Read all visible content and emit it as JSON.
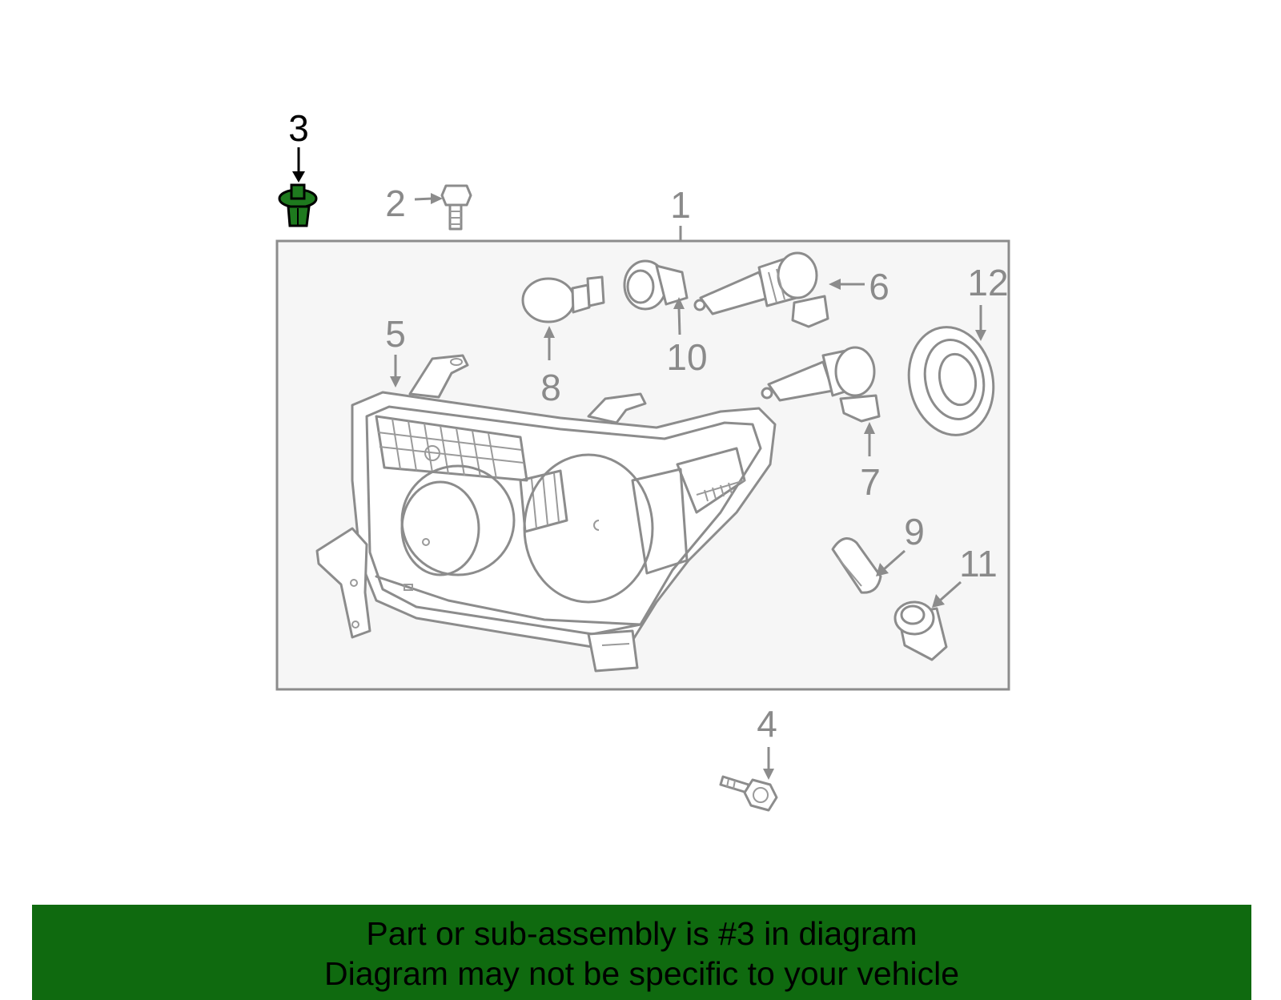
{
  "callouts": [
    {
      "id": "1",
      "label": "1"
    },
    {
      "id": "2",
      "label": "2"
    },
    {
      "id": "3",
      "label": "3"
    },
    {
      "id": "4",
      "label": "4"
    },
    {
      "id": "5",
      "label": "5"
    },
    {
      "id": "6",
      "label": "6"
    },
    {
      "id": "7",
      "label": "7"
    },
    {
      "id": "8",
      "label": "8"
    },
    {
      "id": "9",
      "label": "9"
    },
    {
      "id": "10",
      "label": "10"
    },
    {
      "id": "11",
      "label": "11"
    },
    {
      "id": "12",
      "label": "12"
    }
  ],
  "highlighted_part": "3",
  "colors": {
    "highlight_part": "#1e7a1e",
    "banner": "#0f6a0f",
    "line_art": "#8c8c8c",
    "panel_fill": "#f6f6f6"
  },
  "banner": {
    "line1": "Part or sub-assembly is #3 in diagram",
    "line2": "Diagram may not be specific to your vehicle"
  }
}
